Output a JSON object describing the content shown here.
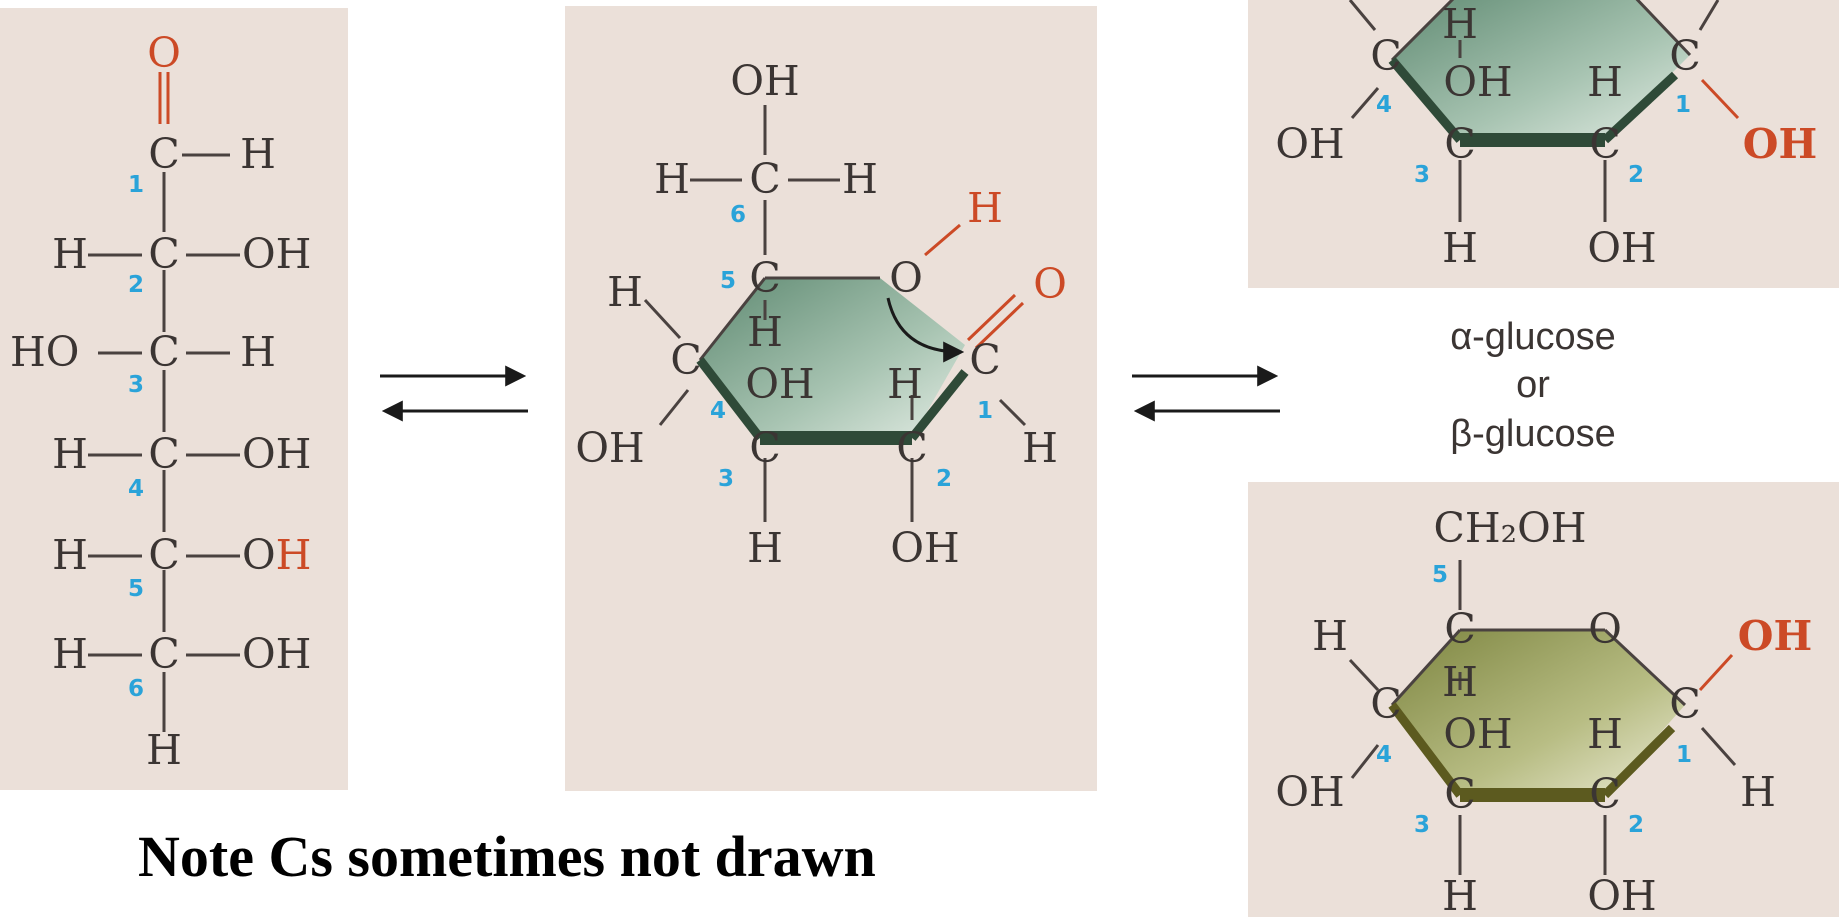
{
  "colors": {
    "panel": "#ebe0d9",
    "atom": "#3b3533",
    "highlight": "#cc4a26",
    "carbon_number": "#2aa3d9",
    "alpha_ring": "#9bb8a6",
    "beta_ring": "#a7ad74",
    "ring_edge": "#2f4a38"
  },
  "atoms": {
    "O": "O",
    "H": "H",
    "C": "C",
    "OH": "OH",
    "HO": "HO",
    "O_of_OH": "O",
    "H_of_OH": "H",
    "CH2OH": "CH₂OH"
  },
  "carbon_numbers": [
    "1",
    "2",
    "3",
    "4",
    "5",
    "6"
  ],
  "captions": {
    "forms_line1": "α-glucose",
    "forms_line2": "or",
    "forms_line3": "β-glucose",
    "note": "Note Cs sometimes not drawn"
  },
  "icons": {
    "equilibrium": "equilibrium-arrows-icon",
    "curved": "curved-arrow-icon"
  }
}
